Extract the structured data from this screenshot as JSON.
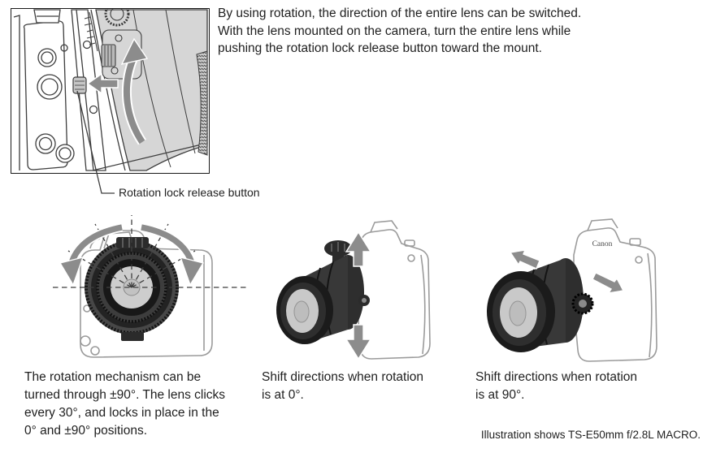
{
  "intro": {
    "lines": [
      "By using rotation, the direction of the entire lens can be switched.",
      "With the lens mounted on the camera, turn the entire lens while",
      "pushing the rotation lock release button toward the mount."
    ]
  },
  "top_figure": {
    "callout_label": "Rotation lock release button"
  },
  "figures": {
    "rotation": {
      "caption_lines": [
        "The rotation mechanism can be",
        "turned through ±90°. The lens clicks",
        "every 30°, and locks in place in the",
        "0° and ±90° positions."
      ]
    },
    "shift0": {
      "caption_lines": [
        "Shift directions when rotation",
        "is at 0°."
      ]
    },
    "shift90": {
      "caption_lines": [
        "Shift directions when rotation",
        "is at 90°."
      ],
      "camera_logo": "Canon"
    }
  },
  "footnote": "Illustration shows TS-E50mm f/2.8L MACRO.",
  "colors": {
    "ink": "#1f1f1f",
    "arrow_gray": "#8c8c8c",
    "body_lineart_gray": "#9b9b9b",
    "lens_fill_gray": "#d6d6d6",
    "dark_lens": "#1b1b1b"
  }
}
